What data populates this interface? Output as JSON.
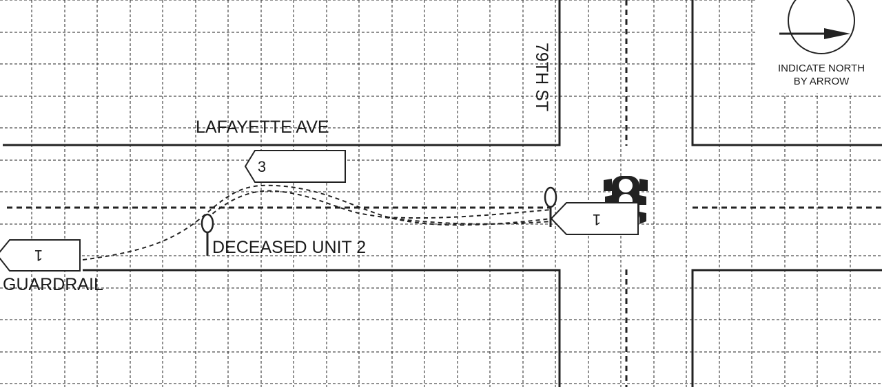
{
  "diagram": {
    "streets": {
      "horizontal": "LAFAYETTE AVE",
      "vertical": "79TH ST"
    },
    "labels": {
      "guardrail": "GUARDRAIL",
      "deceased": "DECEASED UNIT 2"
    },
    "vehicles": [
      {
        "number": "1"
      },
      {
        "number": "1"
      },
      {
        "number": "3"
      }
    ],
    "legend": {
      "line1": "INDICATE NORTH",
      "line2": "BY ARROW"
    },
    "colors": {
      "ink": "#222222",
      "background": "#ffffff"
    },
    "icons": [
      "traffic-light-icon",
      "north-arrow-icon",
      "point-marker-icon"
    ]
  }
}
